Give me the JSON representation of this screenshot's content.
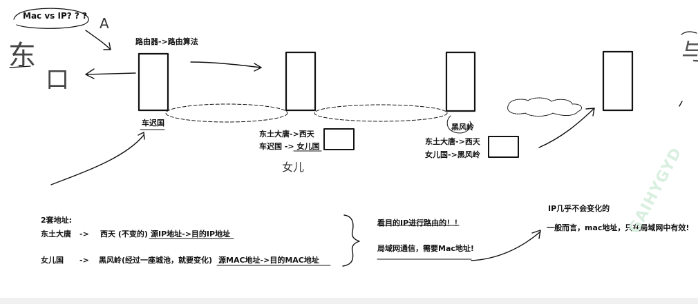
{
  "top_question": "Mac vs  IP? ? ?",
  "router_title": "路由器->路由算法",
  "nodes": {
    "chechi": "车迟国",
    "heifengling": "黑风岭"
  },
  "routes_a": {
    "line1": "东土大唐->西天",
    "line2_from": "车迟国 -> ",
    "line2_to": "女儿国"
  },
  "routes_b": {
    "line1": "东土大唐->西天",
    "line2": "女儿国->黑风岭"
  },
  "handwriting": {
    "a": "A",
    "dong": "东",
    "tu": "口",
    "nver": "女儿",
    "right_edge": "与"
  },
  "notes": {
    "title": "2套地址:",
    "row1": {
      "from": "东土大唐",
      "arrow": "->",
      "to": "西天 (不变的)",
      "addr": "源IP地址->目的IP地址"
    },
    "row2": {
      "from": "女儿国",
      "arrow": "->",
      "to": "黑风岭(经过一座城池，就要变化)",
      "addr": "源MAC地址->目的MAC地址"
    }
  },
  "conclusions": {
    "ip_routing": "看目的IP进行路由的！！",
    "lan_mac": "局域网通信，需要Mac地址!",
    "ip_stable": "IP几乎不会变化的",
    "mac_scope": "一般而言，mac地址，只在局域网中有效!"
  },
  "watermark": "GAIHYGYD",
  "colors": {
    "ink": "#111111",
    "watermark": "#d9efe0",
    "bottom_strip": "#f0f0f0"
  }
}
